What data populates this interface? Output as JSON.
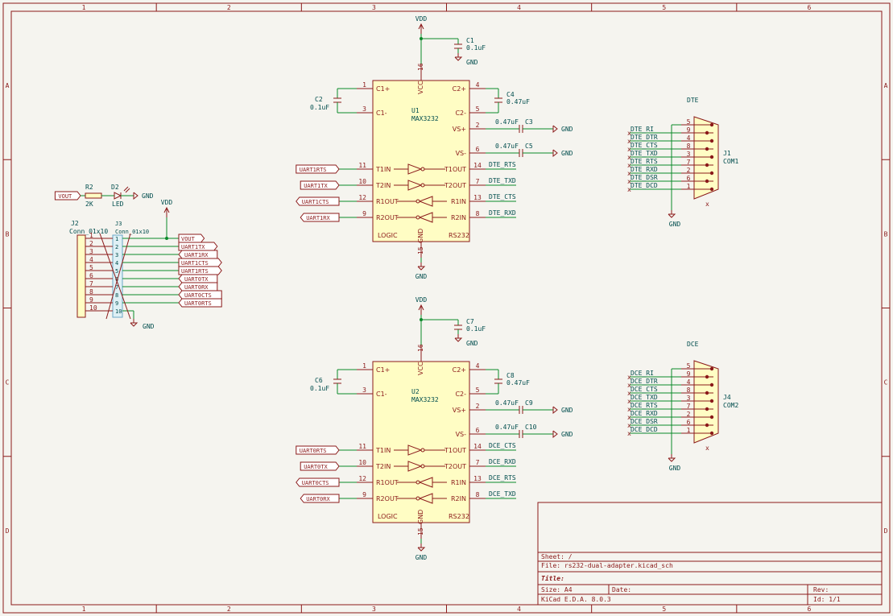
{
  "frame": {
    "cols": [
      "1",
      "2",
      "3",
      "4",
      "5",
      "6"
    ],
    "rows": [
      "A",
      "B",
      "C",
      "D"
    ]
  },
  "power": {
    "vdd": "VDD",
    "gnd": "GND"
  },
  "u1": {
    "ref": "U1",
    "value": "MAX3232",
    "vcc": "VCC",
    "gndpin": "GND",
    "logic": "LOGIC",
    "rs232": "RS232",
    "lpins": [
      {
        "num": "1",
        "name": "C1+"
      },
      {
        "num": "3",
        "name": "C1-"
      },
      {
        "num": "11",
        "name": "T1IN"
      },
      {
        "num": "10",
        "name": "T2IN"
      },
      {
        "num": "12",
        "name": "R1OUT"
      },
      {
        "num": "9",
        "name": "R2OUT"
      }
    ],
    "rpins": [
      {
        "num": "4",
        "name": "C2+"
      },
      {
        "num": "5",
        "name": "C2-"
      },
      {
        "num": "2",
        "name": "VS+"
      },
      {
        "num": "6",
        "name": "VS-"
      },
      {
        "num": "14",
        "name": "T1OUT"
      },
      {
        "num": "7",
        "name": "T2OUT"
      },
      {
        "num": "13",
        "name": "R1IN"
      },
      {
        "num": "8",
        "name": "R2IN"
      }
    ],
    "toppin": "16",
    "botpin": "15",
    "in_labels": [
      "UART1RTS",
      "UART1TX",
      "UART1CTS",
      "UART1RX"
    ],
    "out_nets": [
      "DTE_RTS",
      "DTE_TXD",
      "DTE_CTS",
      "DTE_RXD"
    ],
    "caps": {
      "c1": "C1",
      "c1v": "0.1uF",
      "c2": "C2",
      "c2v": "0.1uF",
      "c4": "C4",
      "c4v": "0.47uF",
      "c3": "C3",
      "c3v": "0.47uF",
      "c5": "C5",
      "c5v": "0.47uF"
    }
  },
  "u2": {
    "ref": "U2",
    "value": "MAX3232",
    "vcc": "VCC",
    "gndpin": "GND",
    "logic": "LOGIC",
    "rs232": "RS232",
    "lpins": [
      {
        "num": "1",
        "name": "C1+"
      },
      {
        "num": "3",
        "name": "C1-"
      },
      {
        "num": "11",
        "name": "T1IN"
      },
      {
        "num": "10",
        "name": "T2IN"
      },
      {
        "num": "12",
        "name": "R1OUT"
      },
      {
        "num": "9",
        "name": "R2OUT"
      }
    ],
    "rpins": [
      {
        "num": "4",
        "name": "C2+"
      },
      {
        "num": "5",
        "name": "C2-"
      },
      {
        "num": "2",
        "name": "VS+"
      },
      {
        "num": "6",
        "name": "VS-"
      },
      {
        "num": "14",
        "name": "T1OUT"
      },
      {
        "num": "7",
        "name": "T2OUT"
      },
      {
        "num": "13",
        "name": "R1IN"
      },
      {
        "num": "8",
        "name": "R2IN"
      }
    ],
    "toppin": "16",
    "botpin": "15",
    "in_labels": [
      "UART0RTS",
      "UART0TX",
      "UART0CTS",
      "UART0RX"
    ],
    "out_nets": [
      "DCE_CTS",
      "DCE_RXD",
      "DCE_RTS",
      "DCE_TXD"
    ],
    "caps": {
      "c1": "C7",
      "c1v": "0.1uF",
      "c2": "C6",
      "c2v": "0.1uF",
      "c4": "C8",
      "c4v": "0.47uF",
      "c3": "C9",
      "c3v": "0.47uF",
      "c5": "C10",
      "c5v": "0.47uF"
    }
  },
  "led": {
    "vout": "VOUT",
    "r": "R2",
    "rv": "2K",
    "d": "D2",
    "dv": "LED"
  },
  "j2": {
    "ref": "J2",
    "value": "Conn_01x10",
    "pins": [
      "1",
      "2",
      "3",
      "4",
      "5",
      "6",
      "7",
      "8",
      "9",
      "10"
    ]
  },
  "j3": {
    "ref": "J3",
    "value": "Conn_01x10",
    "pins": [
      "1",
      "2",
      "3",
      "4",
      "5",
      "6",
      "7",
      "8",
      "9",
      "10"
    ]
  },
  "conn_labels": [
    "VOUT",
    "UART1TX",
    "UART1RX",
    "UART1CTS",
    "UART1RTS",
    "UART0TX",
    "UART0RX",
    "UART0CTS",
    "UART0RTS"
  ],
  "j1": {
    "title": "DTE",
    "ref": "J1",
    "value": "COM1",
    "pins": [
      "5",
      "9",
      "4",
      "8",
      "3",
      "7",
      "2",
      "6",
      "1"
    ],
    "nets": [
      "DTE_RI",
      "DTE_DTR",
      "DTE_CTS",
      "DTE_TXD",
      "DTE_RTS",
      "DTE_RXD",
      "DTE_DSR",
      "DTE_DCD"
    ]
  },
  "j4": {
    "title": "DCE",
    "ref": "J4",
    "value": "COM2",
    "pins": [
      "5",
      "9",
      "4",
      "8",
      "3",
      "7",
      "2",
      "6",
      "1"
    ],
    "nets": [
      "DCE_RI",
      "DCE_DTR",
      "DCE_CTS",
      "DCE_TXD",
      "DCE_RTS",
      "DCE_RXD",
      "DCE_DSR",
      "DCE_DCD"
    ]
  },
  "title_block": {
    "sheet": "Sheet: /",
    "file": "File: rs232-dual-adapter.kicad_sch",
    "title": "Title:",
    "size": "Size: A4",
    "date": "Date:",
    "rev": "Rev:",
    "tool": "KiCad E.D.A. 8.0.3",
    "id": "Id: 1/1"
  }
}
